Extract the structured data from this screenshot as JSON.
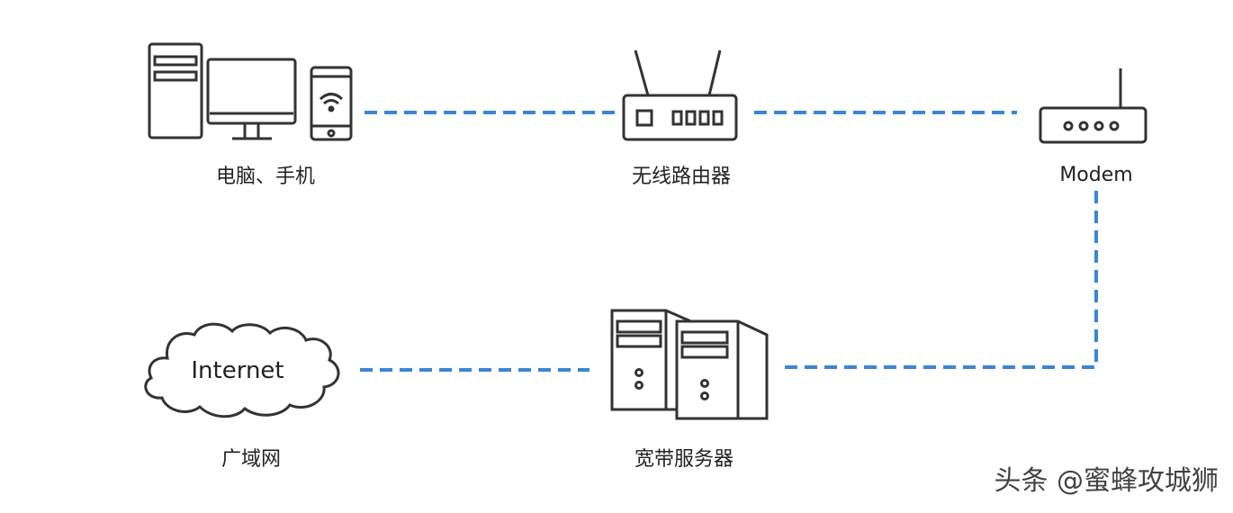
{
  "nodes": {
    "computers": {
      "label": "电脑、手机",
      "icon": "computer-phone-icon"
    },
    "router": {
      "label": "无线路由器",
      "icon": "wireless-router-icon"
    },
    "modem": {
      "label": "Modem",
      "icon": "modem-icon"
    },
    "server": {
      "label": "宽带服务器",
      "icon": "server-icon"
    },
    "internet": {
      "label": "广域网",
      "icon": "cloud-icon",
      "cloud_text": "Internet"
    }
  },
  "watermark": "头条 @蜜蜂攻城狮",
  "colors": {
    "line": "#3a86d4",
    "stroke": "#333333",
    "text": "#222222"
  }
}
